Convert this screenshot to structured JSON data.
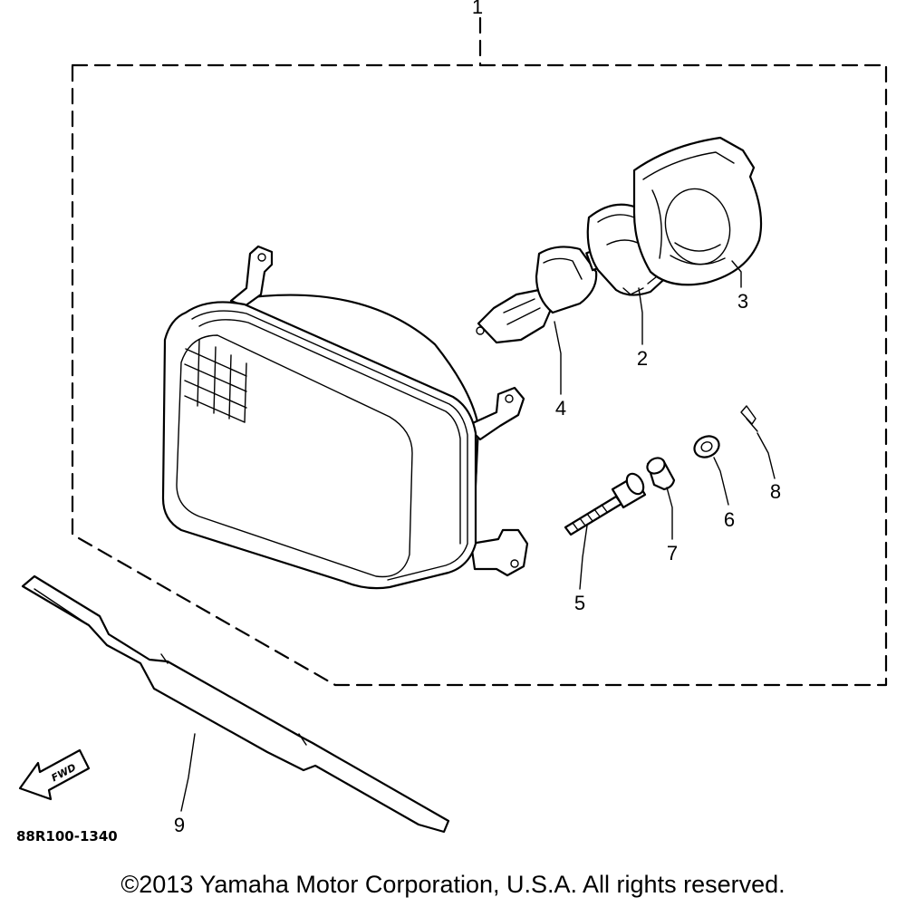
{
  "diagram": {
    "callouts": [
      {
        "id": "1",
        "label": "1"
      },
      {
        "id": "2",
        "label": "2"
      },
      {
        "id": "3",
        "label": "3"
      },
      {
        "id": "4",
        "label": "4"
      },
      {
        "id": "5",
        "label": "5"
      },
      {
        "id": "6",
        "label": "6"
      },
      {
        "id": "7",
        "label": "7"
      },
      {
        "id": "8",
        "label": "8"
      },
      {
        "id": "9",
        "label": "9"
      }
    ],
    "fwd_label": "FWD",
    "drawing_code": "88R100-1340"
  },
  "footer": {
    "copyright": "©2013 Yamaha Motor Corporation, U.S.A. All rights reserved."
  }
}
